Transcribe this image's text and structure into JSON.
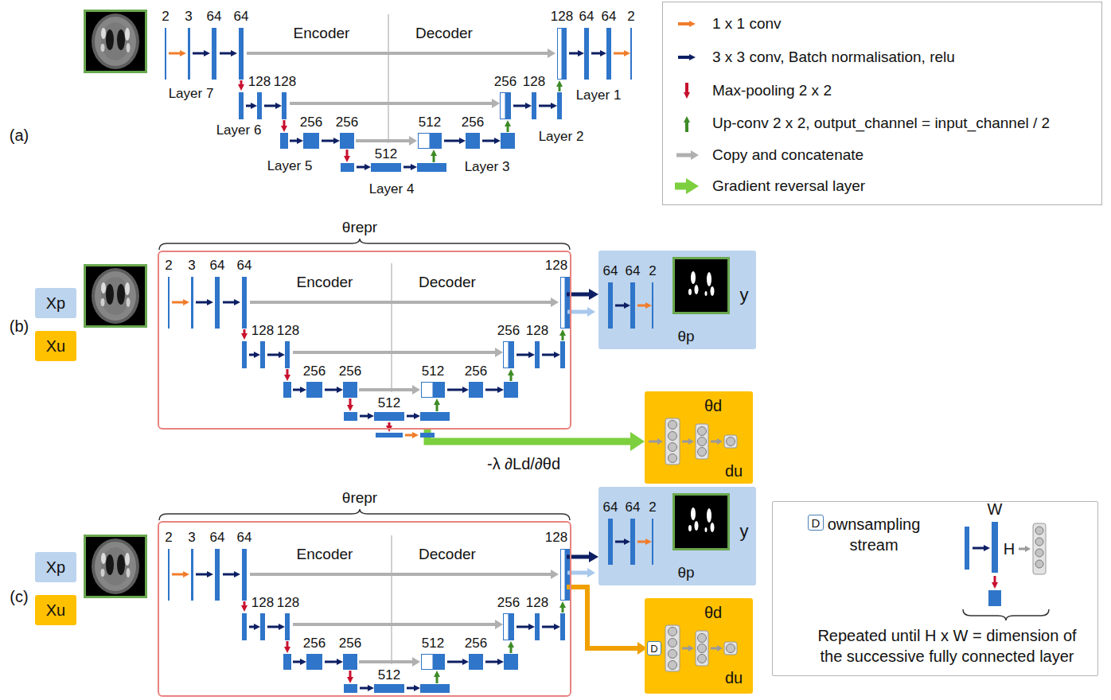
{
  "diagram": {
    "nodes": [
      {
        "text": [
          "Xp"
        ]
      },
      {
        "text": [
          "Xu"
        ]
      },
      {
        "text": [
          "θrepr",
          "2",
          "3",
          "64",
          "64",
          "Encoder",
          "Decoder",
          "128",
          "128",
          "128",
          "256",
          "128",
          "256",
          "256",
          "512",
          "256",
          "512"
        ]
      },
      {
        "text": [
          "64",
          "64",
          "2",
          "y",
          "θp"
        ]
      },
      {
        "text": [
          "θd",
          "du"
        ]
      },
      {
        "text": [
          "Xp"
        ]
      },
      {
        "text": [
          "Xu"
        ]
      },
      {
        "text": [
          "θrepr",
          "2",
          "3",
          "64",
          "64",
          "Encoder",
          "Decoder",
          "128",
          "128",
          "128",
          "256",
          "128",
          "256",
          "256",
          "512",
          "256",
          "512"
        ]
      },
      {
        "text": [
          "64",
          "64",
          "2",
          "y",
          "θp"
        ]
      },
      {
        "text": [
          "θd",
          "du"
        ]
      },
      {
        "text": [
          "D"
        ],
        "in": 9
      },
      {
        "text": [
          "ownsampling stream",
          "W",
          "H",
          "Repeated until H x W = dimension of the successive fully connected layer"
        ]
      },
      {
        "text": [
          "D"
        ],
        "in": 11
      }
    ],
    "edges": [
      {
        "from": 2,
        "to": 3,
        "arrow": "to"
      },
      {
        "from": 2,
        "to": 4,
        "arrow": "to",
        "label": "-λ ∂Ld/∂θd"
      },
      {
        "from": 7,
        "to": 8,
        "arrow": "to"
      },
      {
        "from": 7,
        "to": 10,
        "arrow": "to"
      }
    ],
    "labels": [
      "(a)",
      "2",
      "3",
      "64",
      "64",
      "Encoder",
      "Decoder",
      "128",
      "64",
      "64",
      "2",
      "Layer 7",
      "128",
      "128",
      "256",
      "128",
      "Layer 1",
      "Layer 6",
      "256",
      "256",
      "512",
      "256",
      "Layer 2",
      "Layer 5",
      "512",
      "Layer 3",
      "Layer 4",
      "(b)",
      "(c)"
    ],
    "legend": [
      {
        "text": "1 x 1 conv"
      },
      {
        "text": "3 x 3 conv, Batch normalisation, relu"
      },
      {
        "text": "Max-pooling 2 x 2"
      },
      {
        "text": "Up-conv 2 x 2, output_channel = input_channel / 2"
      },
      {
        "text": "Copy and concatenate"
      },
      {
        "text": "Gradient reversal layer"
      }
    ]
  }
}
